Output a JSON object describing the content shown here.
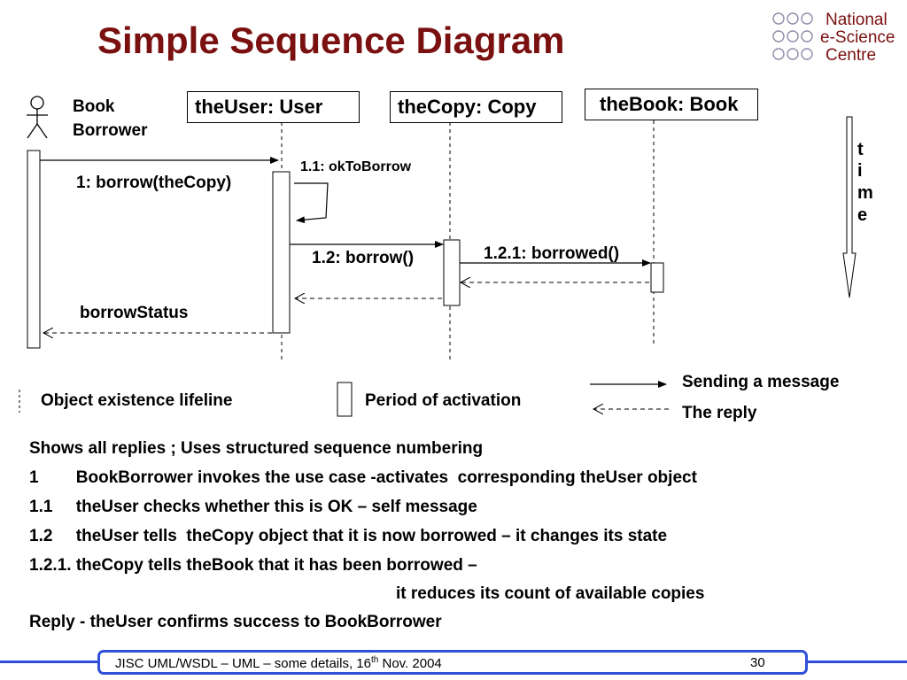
{
  "slide": {
    "title": "Simple Sequence Diagram",
    "logo": {
      "line1": "National",
      "line2": "e-Science",
      "line3": "Centre"
    }
  },
  "diagram": {
    "actor": {
      "line1": "Book",
      "line2": "Borrower"
    },
    "objects": [
      {
        "label": "theUser: User"
      },
      {
        "label": "theCopy: Copy"
      },
      {
        "label": "theBook: Book"
      }
    ],
    "messages": {
      "m1": "1: borrow(theCopy)",
      "m11": "1.1: okToBorrow",
      "m12": "1.2: borrow()",
      "m121": "1.2.1: borrowed()",
      "reply": "borrowStatus"
    },
    "time_letters": [
      "t",
      "i",
      "m",
      "e"
    ]
  },
  "legend": {
    "lifeline": "Object existence lifeline",
    "activation": "Period of activation",
    "sending": "Sending a message",
    "reply": "The reply"
  },
  "notes": [
    "Shows all replies ; Uses structured sequence numbering",
    "1        BookBorrower invokes the use case -activates  corresponding theUser object",
    "1.1     theUser checks whether this is OK – self message",
    "1.2     theUser tells  theCopy object that it is now borrowed – it changes its state",
    "1.2.1. theCopy tells theBook that it has been borrowed –",
    "it reduces its count of available copies",
    "Reply - theUser confirms success to BookBorrower"
  ],
  "footer": {
    "text": "JISC UML/WSDL – UML – some details, 16",
    "sup": "th",
    "text_end": " Nov. 2004",
    "page": "30"
  }
}
